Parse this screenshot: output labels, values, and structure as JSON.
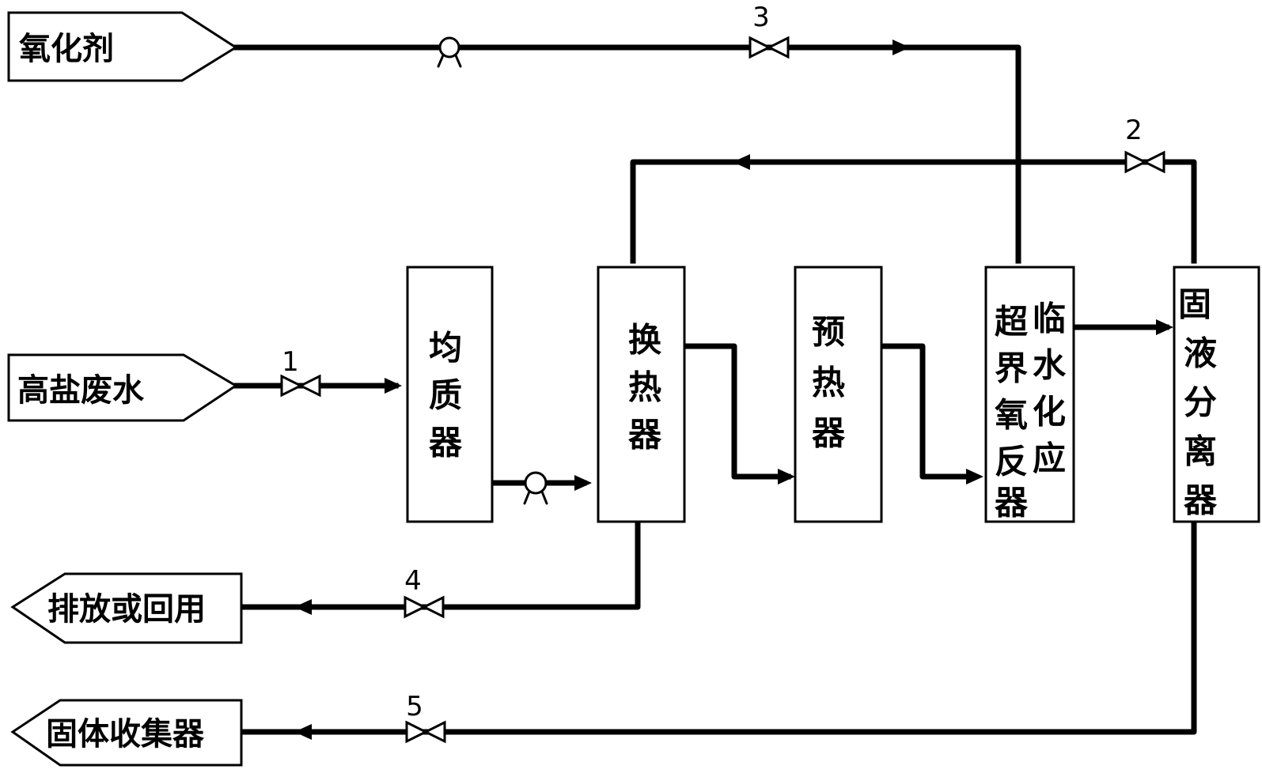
{
  "endpoints": {
    "oxidant": "氧化剂",
    "high_salt_wastewater": "高盐废水",
    "discharge_or_reuse": "排放或回用",
    "solid_collector": "固体收集器"
  },
  "equipment": {
    "homogenizer": [
      "均",
      "质",
      "器"
    ],
    "heat_exchanger": [
      "换",
      "热",
      "器"
    ],
    "preheater": [
      "预",
      "热",
      "器"
    ],
    "scwo_reactor_col1": [
      "超",
      "界",
      "氧",
      "反",
      "器"
    ],
    "scwo_reactor_col2": [
      "临",
      "水",
      "化",
      "应"
    ],
    "solid_liquid_separator": [
      "固",
      "液",
      "分",
      "离",
      "器"
    ]
  },
  "valves": [
    "1",
    "2",
    "3",
    "4",
    "5"
  ]
}
